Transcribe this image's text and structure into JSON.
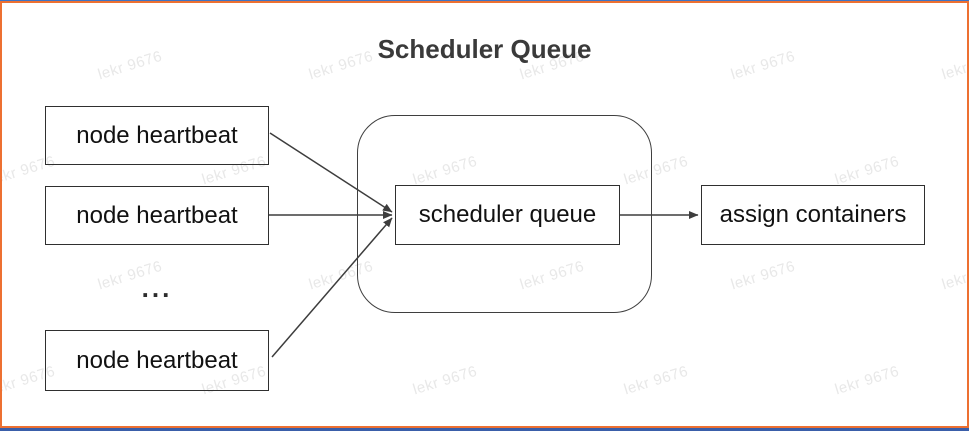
{
  "diagram": {
    "title": "Scheduler Queue",
    "boxes": {
      "heartbeat_1": "node heartbeat",
      "heartbeat_2": "node heartbeat",
      "heartbeat_3": "node heartbeat",
      "ellipsis": "...",
      "scheduler_queue": "scheduler queue",
      "assign_containers": "assign containers"
    }
  },
  "watermark": {
    "text": "lekr 9676",
    "color": "#e8e8e8"
  },
  "colors": {
    "frame_orange": "#ED7031",
    "edge_blue_top": "#3E73C4",
    "edge_blue_bottom": "#3A5EA9",
    "box_border": "#2f2f2f",
    "arrow": "#3d3d3d",
    "title_text": "#3a3a3a"
  }
}
